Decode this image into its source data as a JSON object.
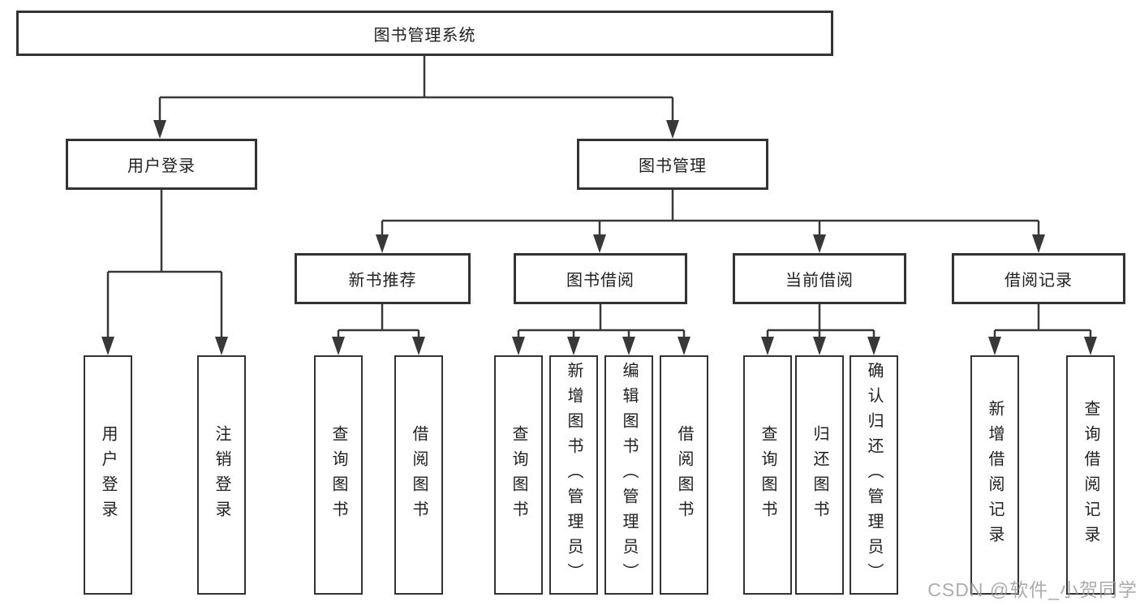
{
  "tree": {
    "label": "图书管理系统",
    "children": [
      {
        "label": "用户登录",
        "children": [
          {
            "label": "用户登录"
          },
          {
            "label": "注销登录"
          }
        ]
      },
      {
        "label": "图书管理",
        "children": [
          {
            "label": "新书推荐",
            "children": [
              {
                "label": "查询图书"
              },
              {
                "label": "借阅图书"
              }
            ]
          },
          {
            "label": "图书借阅",
            "children": [
              {
                "label": "查询图书"
              },
              {
                "label": "新增图书（管理员）"
              },
              {
                "label": "编辑图书（管理员）"
              },
              {
                "label": "借阅图书"
              }
            ]
          },
          {
            "label": "当前借阅",
            "children": [
              {
                "label": "查询图书"
              },
              {
                "label": "归还图书"
              },
              {
                "label": "确认归还（管理员）"
              }
            ]
          },
          {
            "label": "借阅记录",
            "children": [
              {
                "label": "新增借阅记录"
              },
              {
                "label": "查询借阅记录"
              }
            ]
          }
        ]
      }
    ]
  },
  "watermark": {
    "text": "CSDN @软件_小贺同学"
  },
  "colors": {
    "line": "#383838",
    "box_border": "#333333",
    "text": "#1f1f1f",
    "watermark": "#9e9e9e",
    "background": "#ffffff"
  }
}
